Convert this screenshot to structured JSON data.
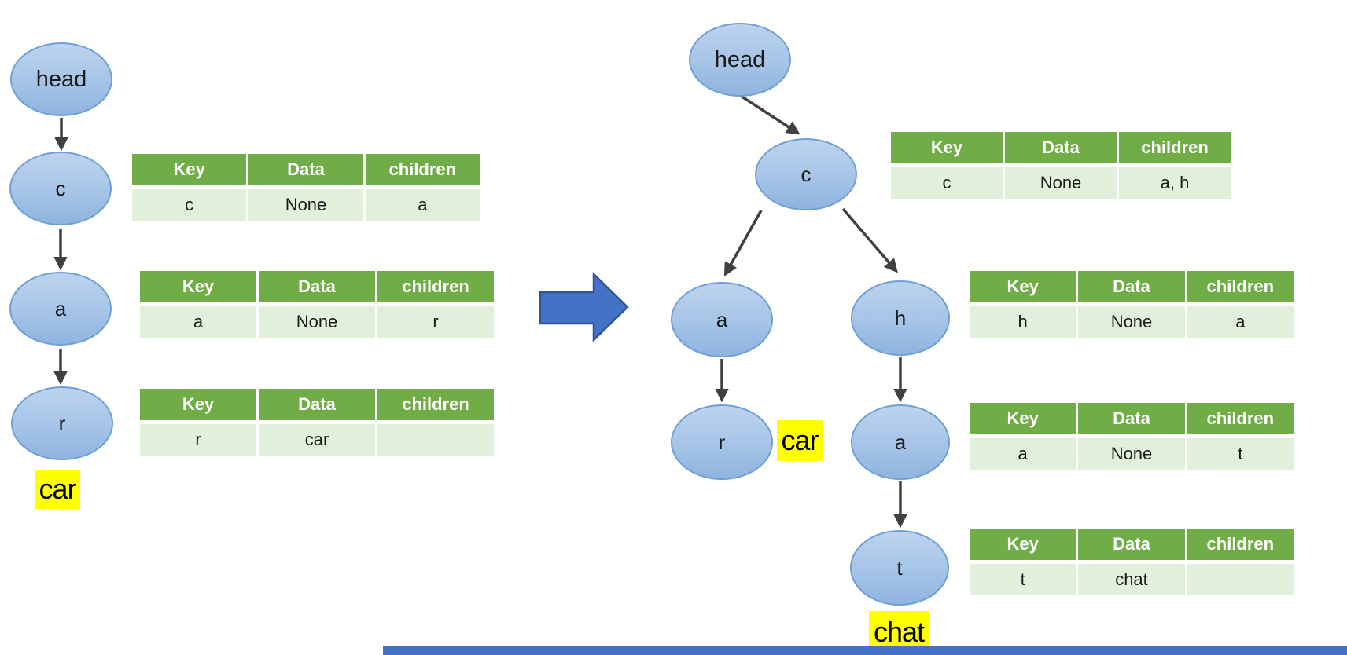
{
  "title": "trie insert diagram (car -> car, chat)",
  "colors": {
    "node_fill_top": "#BDD3EE",
    "node_fill_bottom": "#8FB4DF",
    "node_border": "#6F9FD4",
    "table_header_bg": "#70AD47",
    "table_header_text": "#FFFFFF",
    "table_row_bg": "#E2EFDA",
    "highlight_bg": "#FFFF00",
    "connector": "#404040",
    "block_arrow_fill": "#4472C4",
    "block_arrow_border": "#2F5597",
    "bottom_bar": "#4472C4"
  },
  "before": {
    "nodes": [
      {
        "label": "head"
      },
      {
        "label": "c"
      },
      {
        "label": "a"
      },
      {
        "label": "r"
      }
    ],
    "word": "car",
    "tables": [
      {
        "headers": [
          "Key",
          "Data",
          "children"
        ],
        "row": [
          "c",
          "None",
          "a"
        ]
      },
      {
        "headers": [
          "Key",
          "Data",
          "children"
        ],
        "row": [
          "a",
          "None",
          "r"
        ]
      },
      {
        "headers": [
          "Key",
          "Data",
          "children"
        ],
        "row": [
          "r",
          "car",
          ""
        ]
      }
    ]
  },
  "after": {
    "nodes": [
      {
        "label": "head"
      },
      {
        "label": "c"
      },
      {
        "label": "a"
      },
      {
        "label": "h"
      },
      {
        "label": "r"
      },
      {
        "label": "a"
      },
      {
        "label": "t"
      }
    ],
    "words": [
      "car",
      "chat"
    ],
    "tables": [
      {
        "headers": [
          "Key",
          "Data",
          "children"
        ],
        "row": [
          "c",
          "None",
          "a, h"
        ]
      },
      {
        "headers": [
          "Key",
          "Data",
          "children"
        ],
        "row": [
          "h",
          "None",
          "a"
        ]
      },
      {
        "headers": [
          "Key",
          "Data",
          "children"
        ],
        "row": [
          "a",
          "None",
          "t"
        ]
      },
      {
        "headers": [
          "Key",
          "Data",
          "children"
        ],
        "row": [
          "t",
          "chat",
          ""
        ]
      }
    ]
  }
}
